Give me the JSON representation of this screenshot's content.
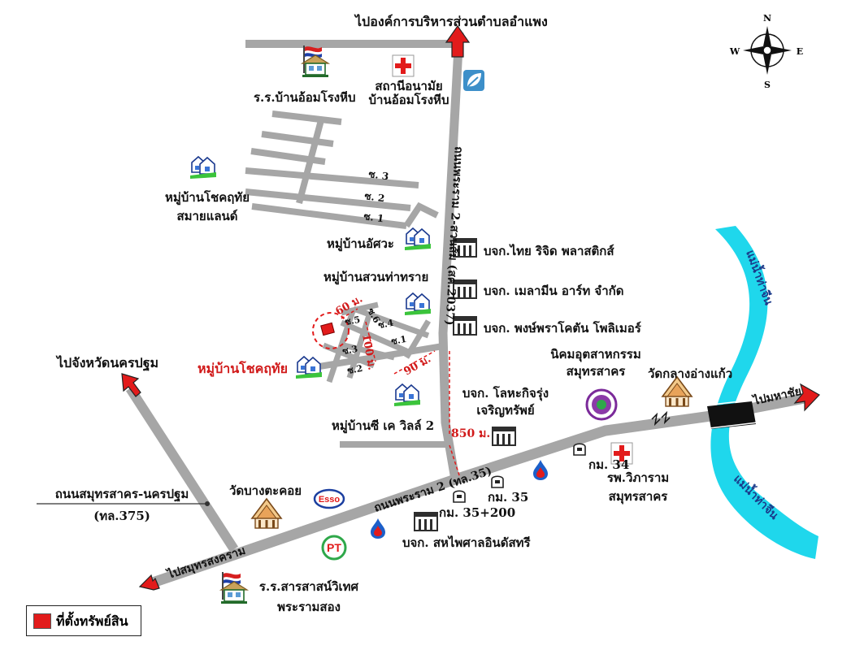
{
  "labels": {
    "to_oam_phaeng": "ไปองค์การบริหารส่วนตำบลอำแพง",
    "school_ban_om": "ร.ร.บ้านอ้อมโรงหีบ",
    "health_center_1": "สถานีอนามัย",
    "health_center_2": "บ้านอ้อมโรงหีบ",
    "village_chokchai_1": "หมู่บ้านโชคฤทัย",
    "village_chokchai_2": "สมายแลนด์",
    "soi_3": "ซ. 3",
    "soi_2": "ซ. 2",
    "soi_1": "ซ. 1",
    "road_suan_som": "ถนนพระราม 2-สวนส้ม (สค.2037)",
    "village_atsawa": "หมู่บ้านอัศวะ",
    "company_thai_rigid": "บจก.ไทย ริจิด พลาสติกส์",
    "village_suan_tha_sai": "หมู่บ้านสวนท่าทราย",
    "company_melamine": "บจก. เมลามีน อาร์ท จำกัด",
    "company_pongpra": "บจก. พงษ์พราโคตัน โพลิเมอร์",
    "village_chokchai_target": "หมู่บ้านโชคฤทัย",
    "dist_60": "60 ม.",
    "dist_100": "100 ม.",
    "dist_90": "90 ม.",
    "dist_850": "850 ม.",
    "inner_soi_6": "ซ.6",
    "inner_soi_5": "ซ.5",
    "inner_soi_4": "ซ.4",
    "inner_soi_3": "ซ.3",
    "inner_soi_2": "ซ.2",
    "inner_soi_1": "ซ.1",
    "to_nakhon_pathom": "ไปจังหวัดนครปฐม",
    "industrial_estate_1": "นิคมอุตสาหกรรม",
    "industrial_estate_2": "สมุทรสาคร",
    "temple_klang_ang_kaew": "วัดกลางอ่างแก้ว",
    "to_tha_chin": "ไปมหาชัย",
    "company_lohakit_1": "บจก. โลหะกิจรุ่ง",
    "company_lohakit_2": "เจริญทรัพย์",
    "village_ck_ville": "หมู่บ้านซี เค วิลล์ 2",
    "river_top": "แม่น้ำท่าจีน",
    "river_bottom": "แม่น้ำท่าจีน",
    "rama2_road": "ถนนพระราม 2 (ทล.35)",
    "km34": "กม. 34",
    "km35": "กม. 35",
    "km35_200": "กม. 35+200",
    "hospital_1": "รพ.วิภาราม",
    "hospital_2": "สมุทรสาคร",
    "road_sk_np_1": "ถนนสมุทรสาคร-นครปฐม",
    "road_sk_np_2": "(ทล.375)",
    "temple_bang_ta_khoi": "วัดบางตะคอย",
    "esso": "Esso",
    "company_sahapat": "บจก. สหไพศาลอินดัสทรี",
    "to_samut_songkhram": "ไปสมุทรสงคราม",
    "school_saratsat_1": "ร.ร.สารสาสน์วิเทศ",
    "school_saratsat_2": "พระรามสอง",
    "legend_label": "ที่ตั้งทรัพย์สิน"
  },
  "compass": {
    "n": "N",
    "s": "S",
    "e": "E",
    "w": "W"
  },
  "colors": {
    "road": "#a6a6a6",
    "river": "#1fd7ec",
    "arrow": "#e21b1b",
    "building": "#2e2e2e",
    "red_label": "#d11a1a"
  },
  "icons": [
    "flag-school-icon",
    "hospital-cross-icon",
    "leaf-logo-icon",
    "village-houses-icon",
    "factory-icon",
    "temple-icon",
    "industrial-estate-seal-icon",
    "ptt-drop-icon",
    "km-post-icon",
    "esso-logo-icon",
    "pt-logo-icon",
    "compass-icon",
    "property-marker-icon"
  ]
}
